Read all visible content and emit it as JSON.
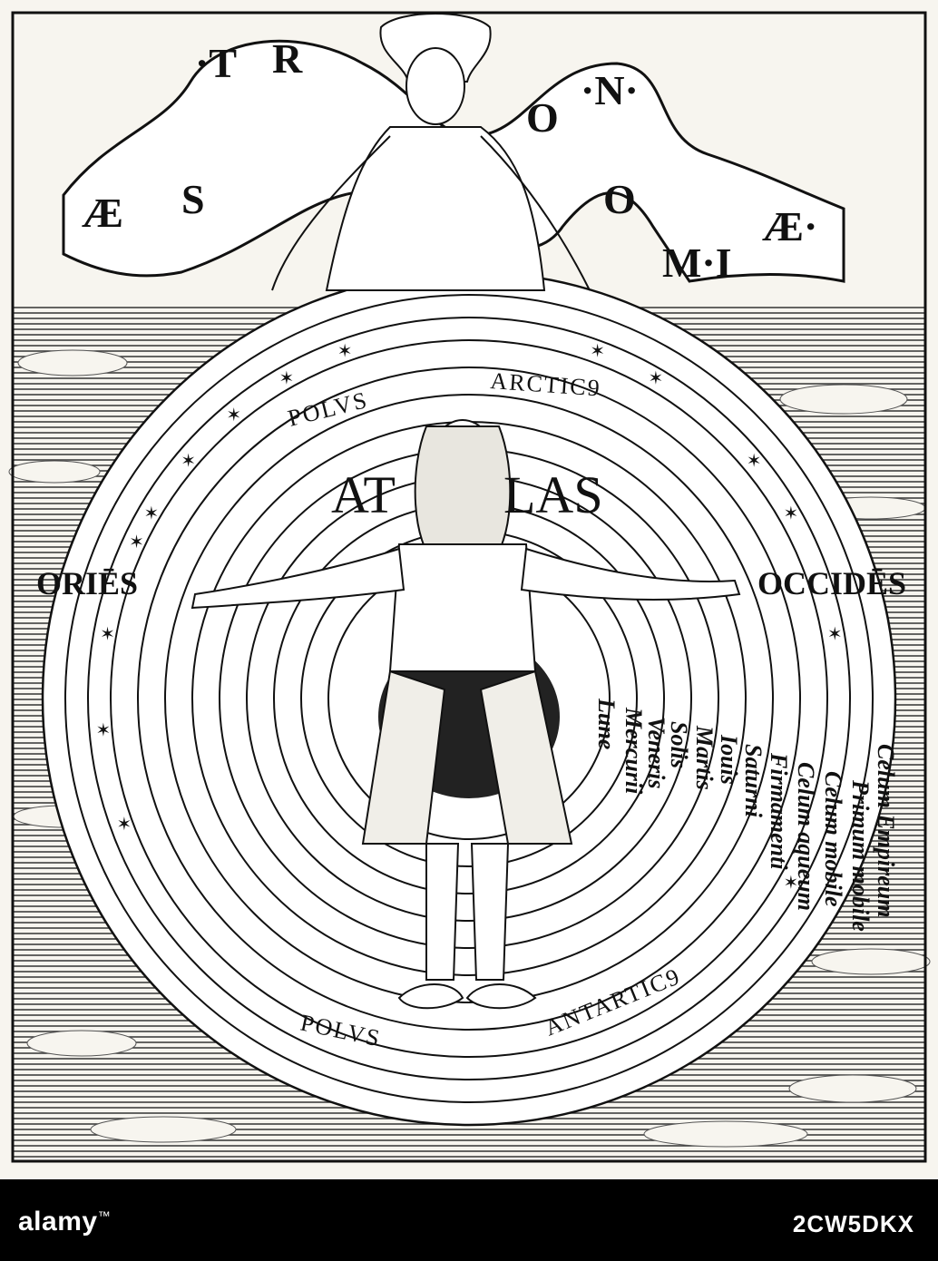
{
  "banner": {
    "letters": [
      "Æ",
      "S",
      "·T",
      "R",
      "O",
      "·N·",
      "O",
      "M·I",
      "Æ·"
    ]
  },
  "poles": {
    "north_left": "POLVS",
    "north_right": "ARCTIC9",
    "south_left": "POLVS",
    "south_right": "ANTARTIC9"
  },
  "figure": {
    "name_left": "AT",
    "name_right": "LAS"
  },
  "directions": {
    "east": "ORIĒS",
    "west": "OCCIDĒS"
  },
  "orbits": [
    "Lune",
    "Mercurii",
    "Veneris",
    "Solis",
    "Martis",
    "Iouis",
    "Saturni",
    "Firmamenti",
    "Celum aqueum",
    "Celum mobile",
    "Primum mobile",
    "Celum Empireum"
  ],
  "watermark": {
    "logo": "alamy",
    "image_id": "2CW5DKX"
  },
  "colors": {
    "ink": "#111111",
    "paper": "#f7f5ef",
    "band": "#000000",
    "band_text": "#ffffff"
  }
}
